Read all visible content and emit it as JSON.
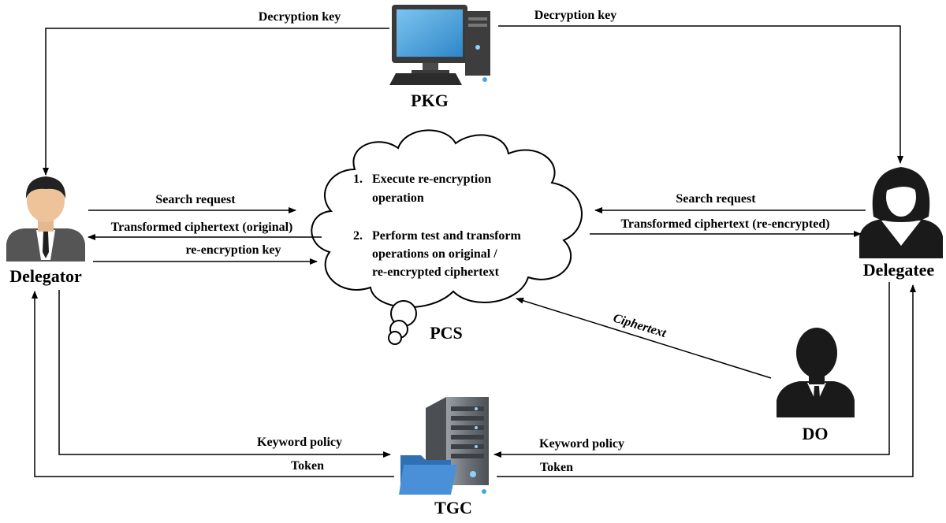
{
  "nodes": {
    "pkg": "PKG",
    "pcs": "PCS",
    "tgc": "TGC",
    "delegator": "Delegator",
    "delegatee": "Delegatee",
    "do": "DO"
  },
  "edges": {
    "pkg_to_delegator": "Decryption key",
    "pkg_to_delegatee": "Decryption key",
    "delegator_search": "Search request",
    "delegator_transformed": "Transformed ciphertext (original)",
    "delegator_rekey": "re-encryption key",
    "delegatee_search": "Search request",
    "delegatee_transformed": "Transformed ciphertext (re-encrypted)",
    "do_ciphertext": "Ciphertext",
    "delegator_keyword": "Keyword policy",
    "delegator_token": "Token",
    "delegatee_keyword": "Keyword policy",
    "delegatee_token": "Token"
  },
  "pcs_ops": {
    "item1_num": "1.",
    "item1_line1": "Execute re-encryption",
    "item1_line2": "operation",
    "item2_num": "2.",
    "item2_line1": "Perform test and transform",
    "item2_line2": "operations on original /",
    "item2_line3": "re-encrypted ciphertext"
  },
  "colors": {
    "monitor_screen": "#4aa3df",
    "monitor_frame": "#3a3a3a",
    "server_body": "#6d7278",
    "folder": "#4a90d9",
    "person_dark": "#1a1a1a",
    "suit": "#555555"
  }
}
